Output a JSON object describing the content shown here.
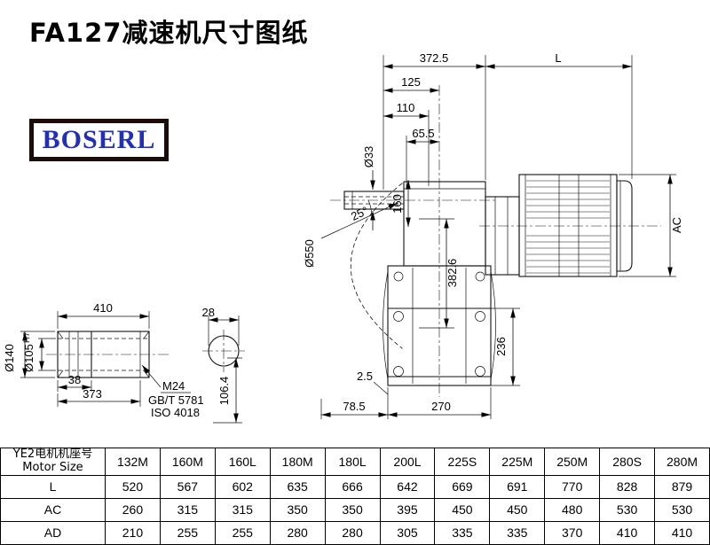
{
  "title": "FA127减速机尺寸图纸",
  "logo": "BOSERL",
  "colors": {
    "logo_text": "#2230b8",
    "logo_border": "#1e0b08"
  },
  "dims": {
    "overall_width": "372.5",
    "motor_length": "L",
    "d125": "125",
    "d110": "110",
    "d65_5": "65.5",
    "shaft_d33": "Ø33",
    "d160": "160",
    "angle25": "25°",
    "housing_d550": "Ø550",
    "d382_6": "382.6",
    "motor_ac": "AC",
    "d236": "236",
    "d2_5": "2.5",
    "d78_5": "78.5",
    "d270": "270"
  },
  "shaft_detail": {
    "d410": "410",
    "d28": "28",
    "flange_d140": "Ø140",
    "bore_d105": "Ø105",
    "bore_tol": "H7",
    "d38": "38",
    "d373": "373",
    "bolt": "M24",
    "bolt_std": "GB/T 5781",
    "bolt_iso": "ISO 4018",
    "d106_4": "106.4"
  },
  "table": {
    "header_cn": "YE2电机机座号",
    "header_en": "Motor Size",
    "columns": [
      "132M",
      "160M",
      "160L",
      "180M",
      "180L",
      "200L",
      "225S",
      "225M",
      "250M",
      "280S",
      "280M"
    ],
    "rows": [
      {
        "label": "L",
        "values": [
          520,
          567,
          602,
          635,
          666,
          642,
          669,
          691,
          770,
          828,
          879
        ]
      },
      {
        "label": "AC",
        "values": [
          260,
          315,
          315,
          350,
          350,
          395,
          450,
          450,
          480,
          530,
          530
        ]
      },
      {
        "label": "AD",
        "values": [
          210,
          255,
          255,
          280,
          280,
          305,
          335,
          335,
          370,
          410,
          410
        ]
      }
    ]
  }
}
